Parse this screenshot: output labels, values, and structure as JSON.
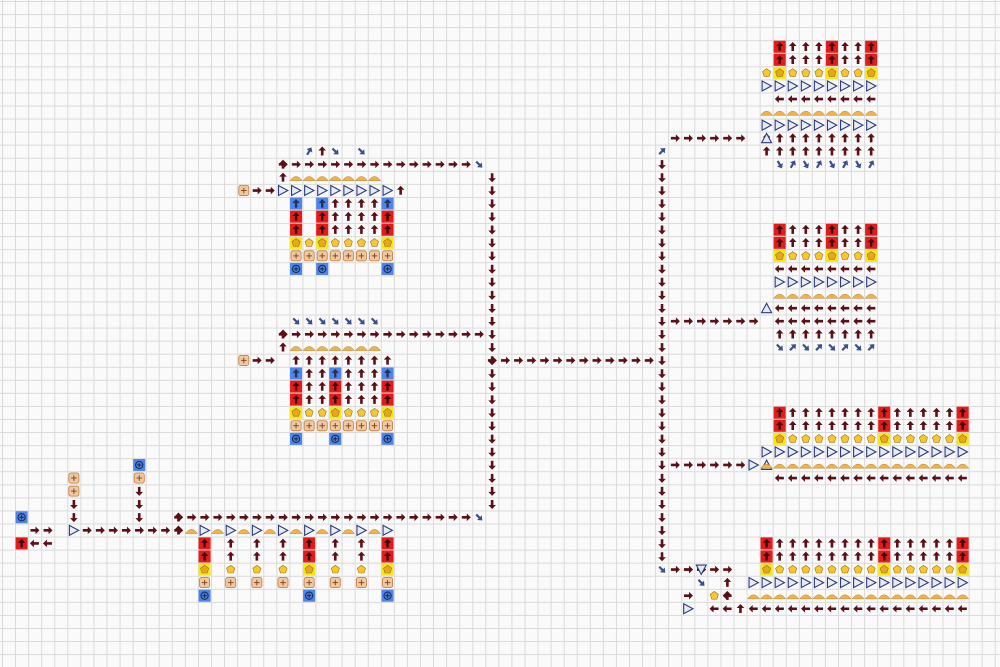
{
  "game": {
    "kind": "factory tile grid",
    "colors": {
      "grid_background": "#fafafa",
      "grid_line": "#d9d9d9",
      "belt_arrow": "#5b0f16",
      "inserter_arrow": "#3b4f8f",
      "red_block": "#e31b1b",
      "yellow_block": "#f6e61a",
      "blue_block": "#4d86e8",
      "orange_triangle": "#f0b24a",
      "splitter_outline": "#2b3b7f",
      "tan_tile": "#f0c9a2",
      "pentagon": "#f7c72c"
    },
    "tile_kinds": [
      "belt-arrow",
      "inserter-arrow",
      "red-block",
      "yellow-block",
      "blue-block",
      "orange-triangle",
      "splitter-outline",
      "tan-tile",
      "pentagon"
    ]
  }
}
